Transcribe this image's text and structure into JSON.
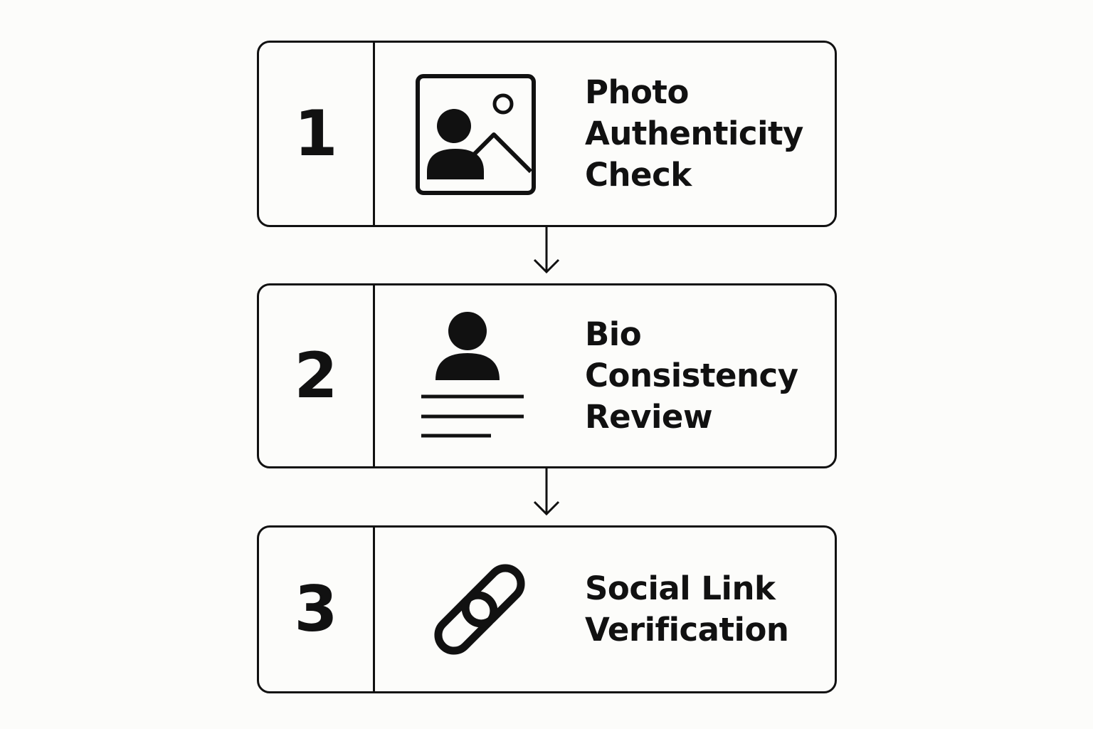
{
  "colors": {
    "background": "#fcfcfa",
    "ink": "#111111"
  },
  "steps": [
    {
      "number": "1",
      "icon": "photo-person-icon",
      "label_lines": [
        "Photo",
        "Authenticity",
        "Check"
      ]
    },
    {
      "number": "2",
      "icon": "person-bio-icon",
      "label_lines": [
        "Bio",
        "Consistency",
        "Review"
      ]
    },
    {
      "number": "3",
      "icon": "chain-link-icon",
      "label_lines": [
        "Social Link",
        "Verification"
      ]
    }
  ],
  "connectors": [
    "down-arrow-icon",
    "down-arrow-icon"
  ]
}
